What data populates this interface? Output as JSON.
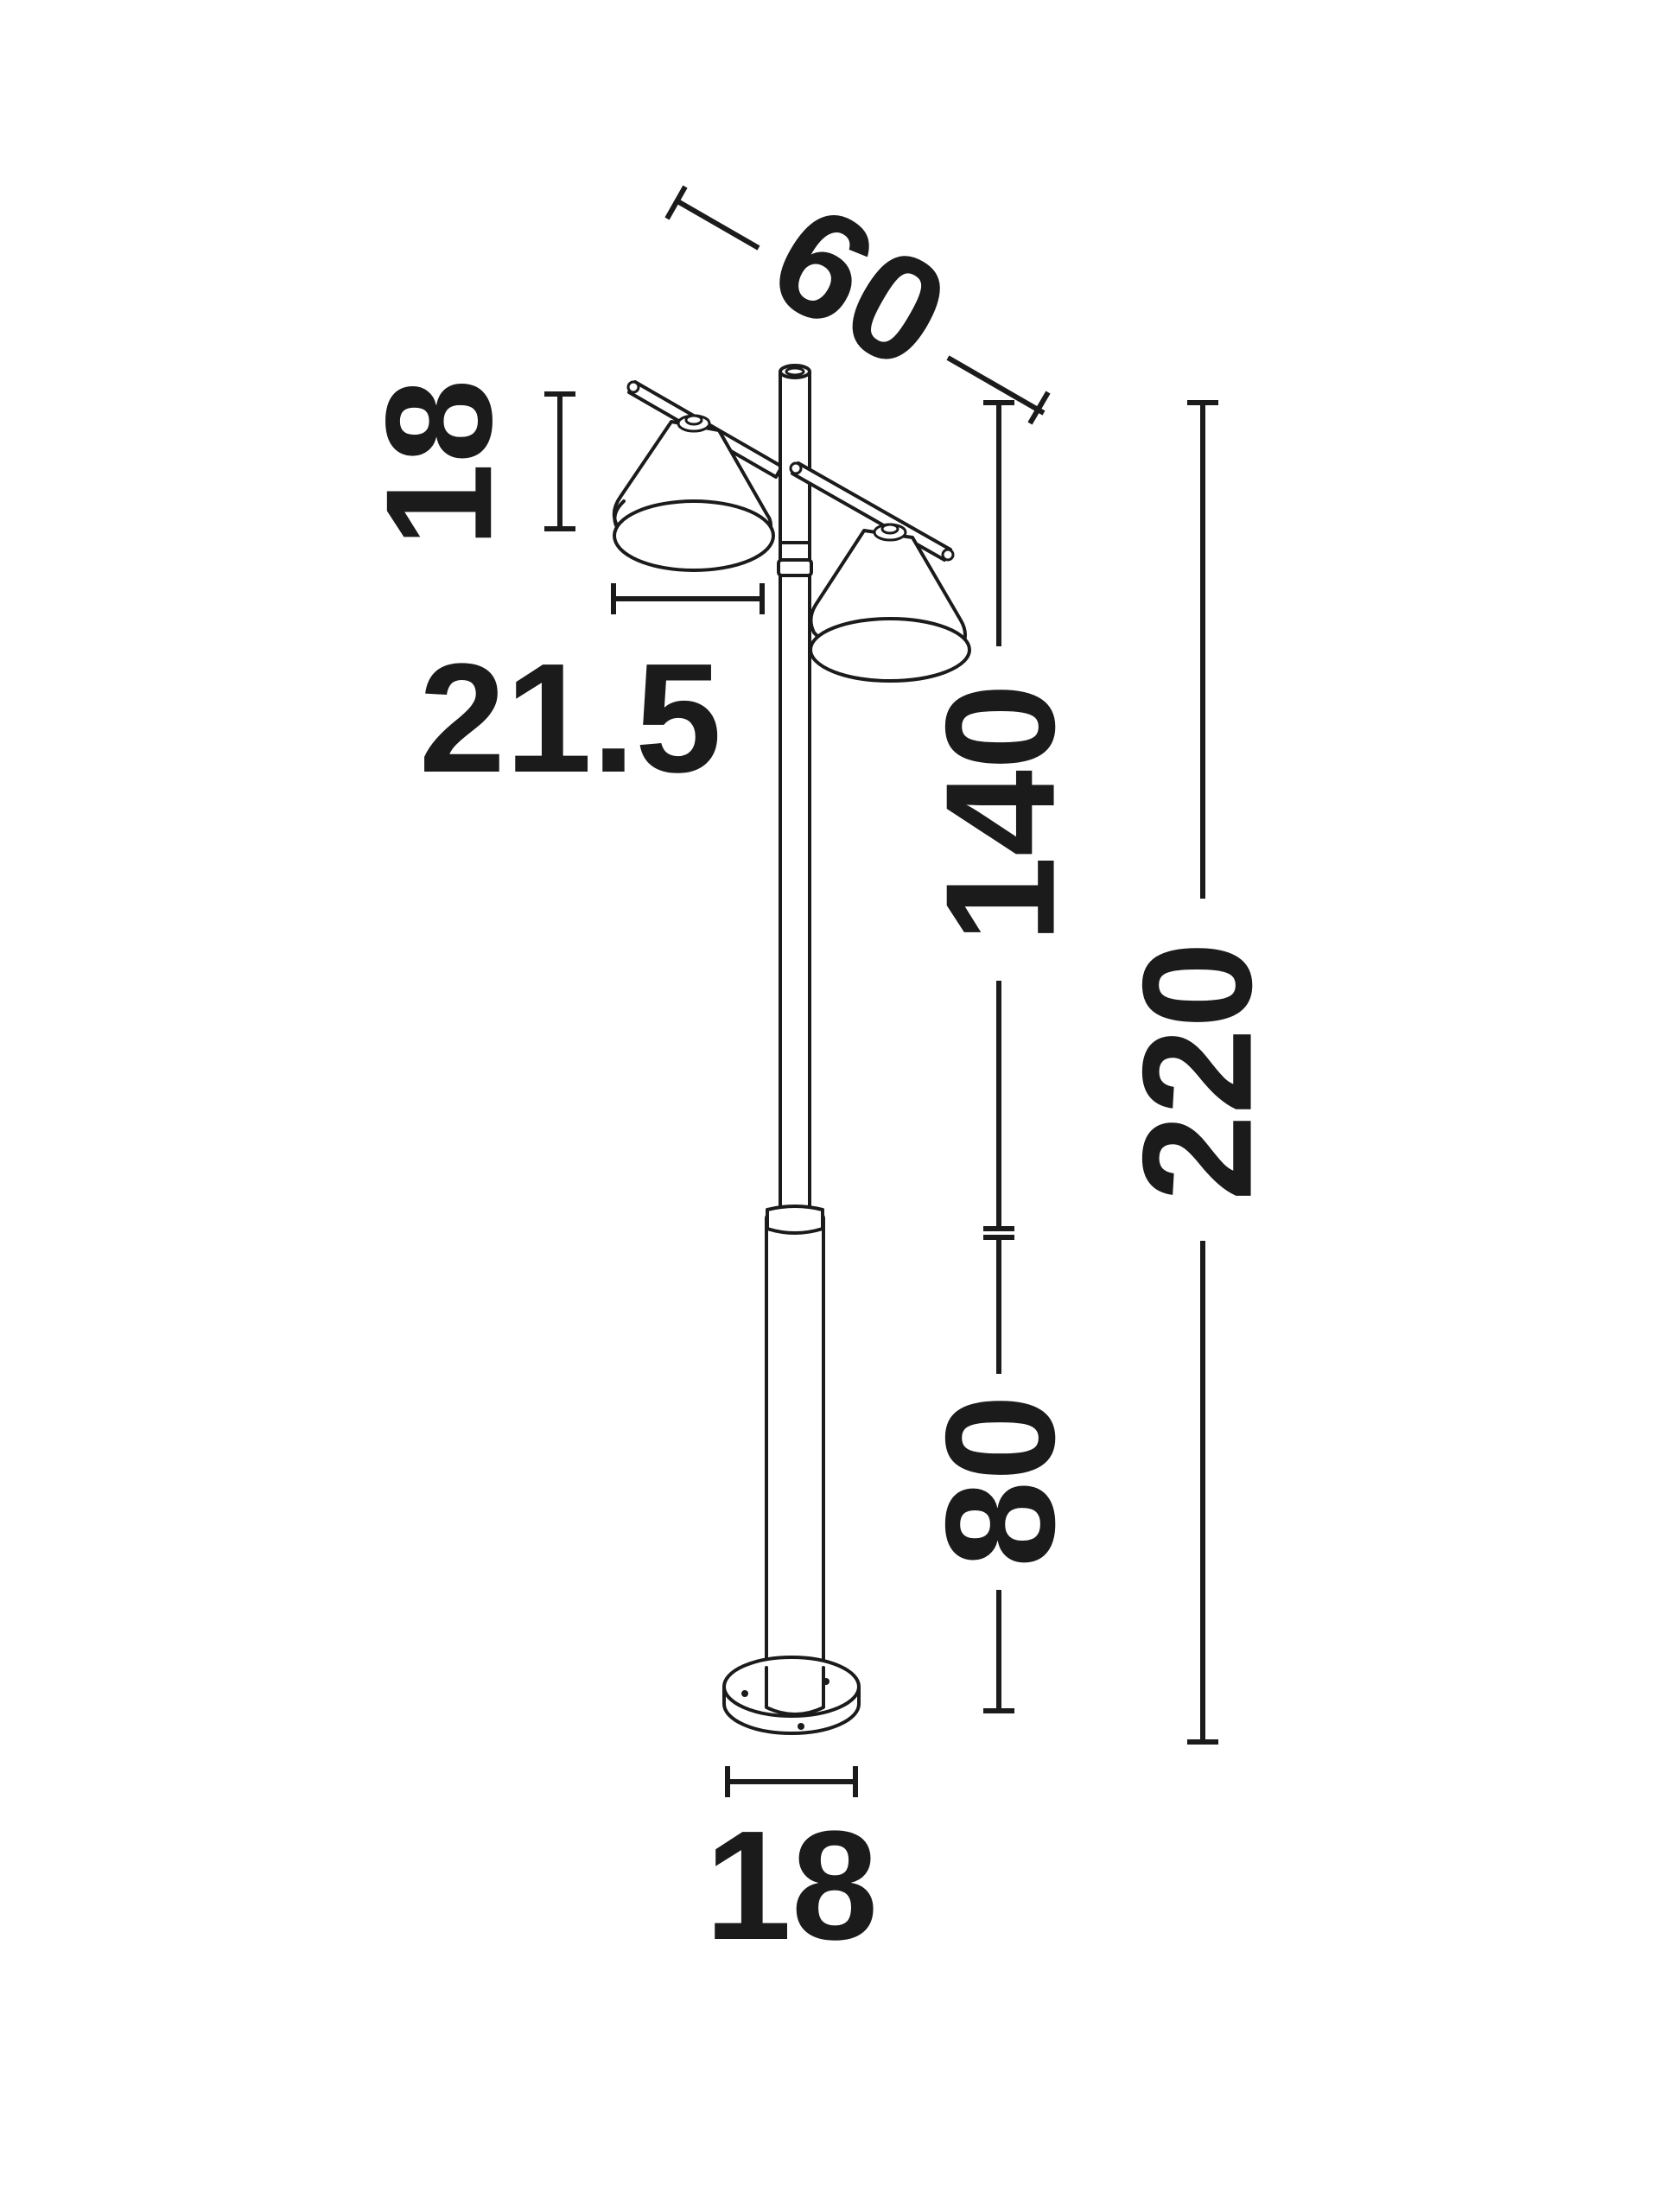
{
  "diagram": {
    "colors": {
      "line": "#1b1b1b",
      "background": "#ffffff"
    },
    "dimensions": {
      "arm_span": "60",
      "shade_height": "18",
      "shade_diameter": "21.5",
      "upper_height": "140",
      "lower_height": "80",
      "total_height": "220",
      "base_diameter": "18"
    }
  }
}
